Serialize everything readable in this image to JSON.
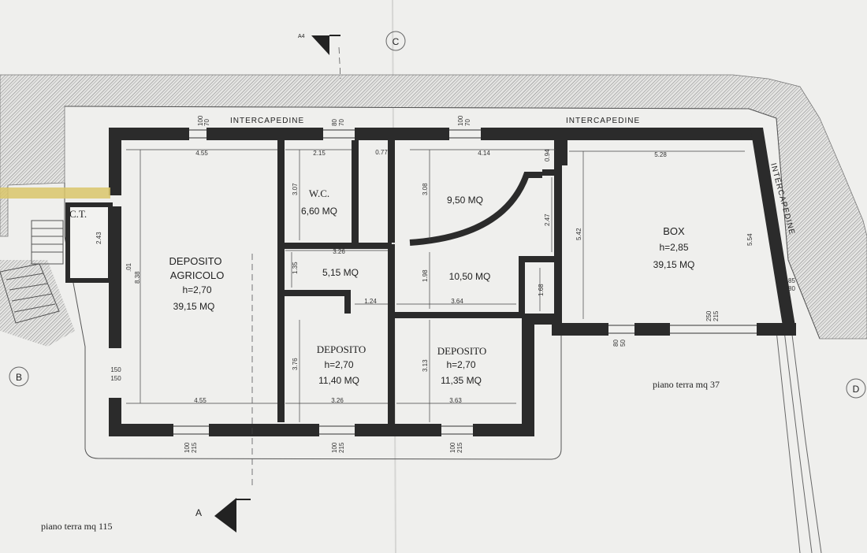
{
  "labels": {
    "intercapedine_top_left": "INTERCAPEDINE",
    "intercapedine_top_right": "INTERCAPEDINE",
    "intercapedine_side": "INTERCAPEDINE",
    "section_top": "A4",
    "axis_c": "C",
    "axis_b": "B",
    "axis_d": "D",
    "section_bottom": "A",
    "ct": "C.T.",
    "piano_terra_115": "piano terra mq 115",
    "piano_terra_37": "piano terra mq 37"
  },
  "rooms": {
    "deposito_agricolo": {
      "name1": "DEPOSITO",
      "name2": "AGRICOLO",
      "height": "h=2,70",
      "area": "39,15 MQ"
    },
    "wc": {
      "name": "W.C.",
      "area": "6,60 MQ"
    },
    "room_950": {
      "area": "9,50 MQ"
    },
    "corridor": {
      "area": "5,15 MQ"
    },
    "room_1050": {
      "area": "10,50 MQ"
    },
    "deposito_mid": {
      "name": "DEPOSITO",
      "height": "h=2,70",
      "area": "11,40 MQ"
    },
    "deposito_right": {
      "name": "DEPOSITO",
      "height": "h=2,70",
      "area": "11,35 MQ"
    },
    "box": {
      "name": "BOX",
      "height": "h=2,85",
      "area": "39,15 MQ"
    }
  },
  "dimensions": {
    "d_455_top": "4.55",
    "d_215_top": "2.15",
    "d_077": "0.77",
    "d_414": "4.14",
    "d_094": "0.94",
    "d_528": "5.28",
    "d_307": "3.07",
    "d_308": "3.08",
    "d_247": "2.47",
    "d_542": "5.42",
    "d_554": "5.54",
    "d_326_mid": "3.26",
    "d_135": "1.35",
    "d_198": "1.98",
    "d_124": "1.24",
    "d_364": "3.64",
    "d_168": "1.68",
    "d_838": "8.38",
    "d_801": ".01",
    "d_243": "2.43",
    "d_376": "3.76",
    "d_313": "3.13",
    "d_455_bot": "4.55",
    "d_326_bot": "3.26",
    "d_363_bot": "3.63",
    "d_150a": "150",
    "d_150b": "150",
    "w_100": "100",
    "w_70": "70",
    "w_80": "80",
    "w_70b": "70",
    "w_100b": "100",
    "w_70c": "70",
    "w_85": "85",
    "w_80b": "80",
    "w_250": "250",
    "w_215": "215",
    "w_80c": "80",
    "w_50": "50",
    "w_100c": "100",
    "w_215c": "215",
    "w_100d": "100",
    "w_215d": "215",
    "w_100e": "100",
    "w_215e": "215"
  },
  "colors": {
    "wall": "#2b2b2b",
    "line": "#3a3a3a",
    "paper": "#efefed"
  }
}
